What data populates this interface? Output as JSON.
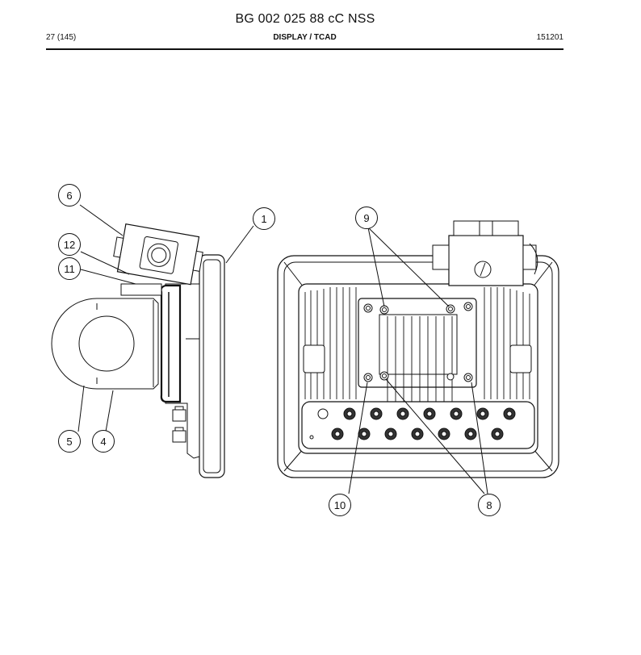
{
  "header": {
    "doc_code": "BG 002 025 88 cC NSS",
    "page": "27 (145)",
    "section": "DISPLAY / TCAD",
    "date": "151201"
  },
  "callouts": {
    "c1": "1",
    "c4": "4",
    "c5": "5",
    "c6": "6",
    "c8": "8",
    "c9": "9",
    "c10": "10",
    "c11": "11",
    "c12": "12"
  }
}
